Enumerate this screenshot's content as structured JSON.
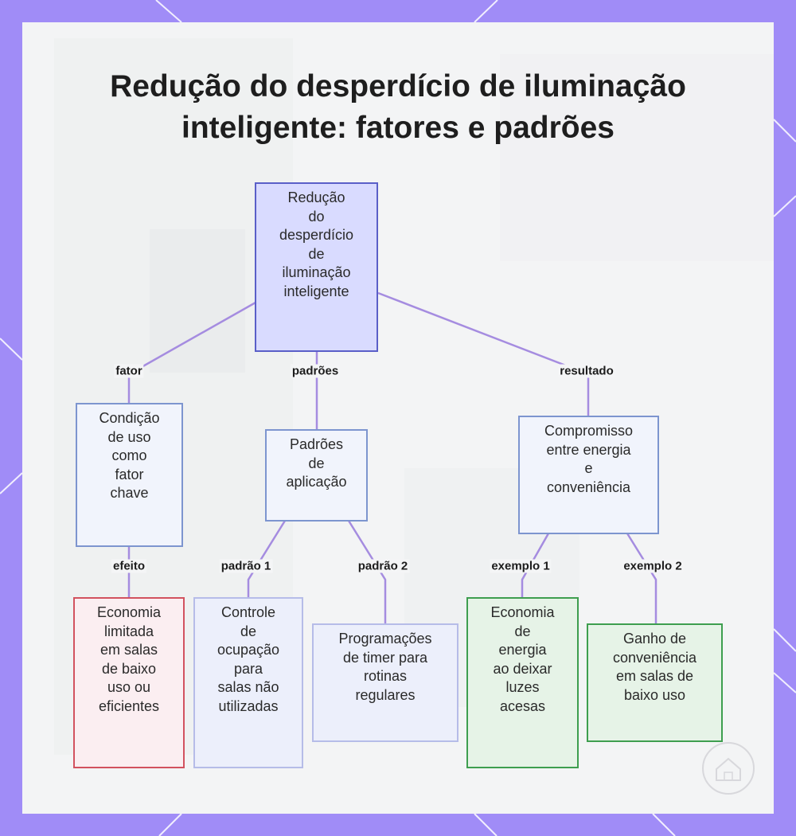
{
  "title": {
    "line1": "Redução do desperdício de iluminação",
    "line2": "inteligente: fatores e padrões"
  },
  "nodes": {
    "root": [
      "Redução",
      "do",
      "desperdício",
      "de",
      "iluminação",
      "inteligente"
    ],
    "condicao": [
      "Condição",
      "de uso",
      "como",
      "fator",
      "chave"
    ],
    "padroes": [
      "Padrões",
      "de",
      "aplicação"
    ],
    "compromisso": [
      "Compromisso",
      "entre energia",
      "e",
      "conveniência"
    ],
    "economia_limitada": [
      "Economia",
      "limitada",
      "em salas",
      "de baixo",
      "uso ou",
      "eficientes"
    ],
    "controle": [
      "Controle",
      "de",
      "ocupação",
      "para",
      "salas não",
      "utilizadas"
    ],
    "programacoes": [
      "Programações",
      "de timer para",
      "rotinas",
      "regulares"
    ],
    "economia_energia": [
      "Economia",
      "de",
      "energia",
      "ao deixar",
      "luzes",
      "acesas"
    ],
    "ganho": [
      "Ganho de",
      "conveniência",
      "em salas de",
      "baixo uso"
    ]
  },
  "edges": {
    "fator": "fator",
    "padroes": "padrões",
    "resultado": "resultado",
    "efeito": "efeito",
    "padrao1": "padrão 1",
    "padrao2": "padrão 2",
    "exemplo1": "exemplo 1",
    "exemplo2": "exemplo 2"
  },
  "colors": {
    "frame": "#a08cf7",
    "connector": "#a58ce0",
    "root_fill": "#d9dbff",
    "red_border": "#d2525f",
    "green_border": "#3e9e4f"
  },
  "icons": {
    "corner_logo": "home-icon"
  }
}
